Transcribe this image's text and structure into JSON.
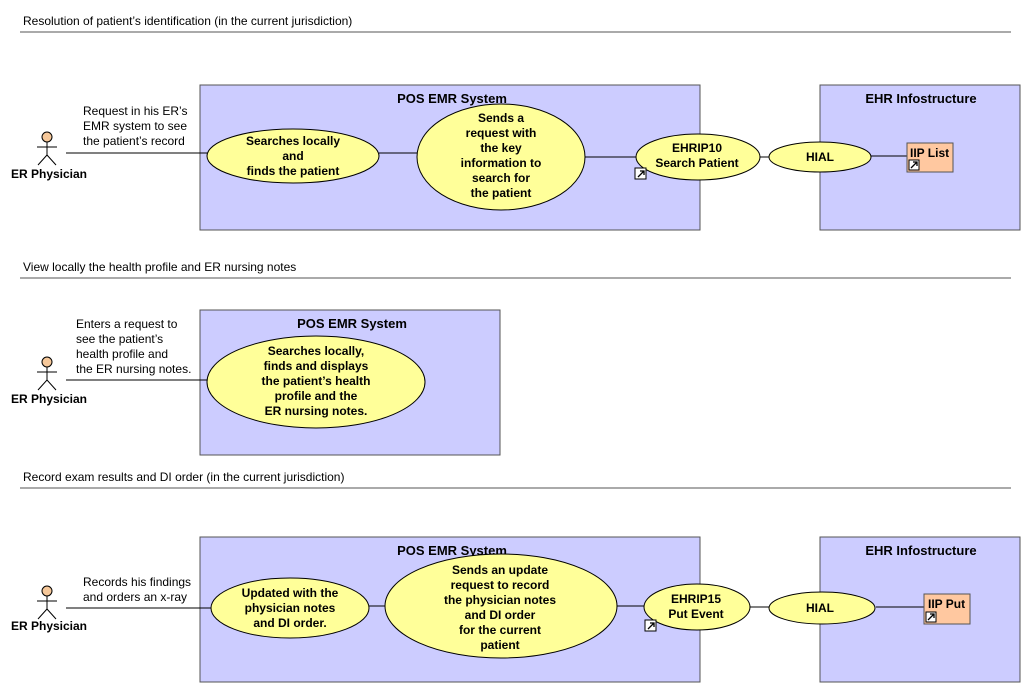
{
  "sections": [
    {
      "title": "Resolution of patient’s identification (in the current jurisdiction)",
      "actor": "ER Physician",
      "note": [
        "Request in his ER’s",
        "EMR system to see",
        "the patient’s record"
      ],
      "pos_box_title": "POS EMR System",
      "usecases": [
        [
          "Searches locally",
          "and",
          "finds the patient"
        ],
        [
          "Sends a",
          "request with",
          "the key",
          "information to",
          "search for",
          "the patient"
        ],
        [
          "EHRIP10",
          "Search Patient"
        ]
      ],
      "ehr_box_title": "EHR Infostructure",
      "hial": "HIAL",
      "component": "IIP List"
    },
    {
      "title": "View locally the health profile and ER nursing notes",
      "actor": "ER Physician",
      "note": [
        "Enters a request to",
        "see the patient’s",
        "health profile and",
        "the ER nursing notes."
      ],
      "pos_box_title": "POS EMR System",
      "usecases": [
        [
          "Searches locally,",
          "finds and displays",
          "the patient’s health",
          "profile and the",
          "ER nursing notes."
        ]
      ]
    },
    {
      "title": "Record exam results and DI order (in the current jurisdiction)",
      "actor": "ER Physician",
      "note": [
        "Records his findings",
        "and orders an x-ray"
      ],
      "pos_box_title": "POS EMR System",
      "usecases": [
        [
          "Updated with the",
          "physician notes",
          "and DI order."
        ],
        [
          "Sends an update",
          "request to record",
          "the physician notes",
          "and DI order",
          "for the current",
          "patient"
        ],
        [
          "EHRIP15",
          "Put Event"
        ]
      ],
      "ehr_box_title": "EHR Infostructure",
      "hial": "HIAL",
      "component": "IIP Put"
    }
  ]
}
